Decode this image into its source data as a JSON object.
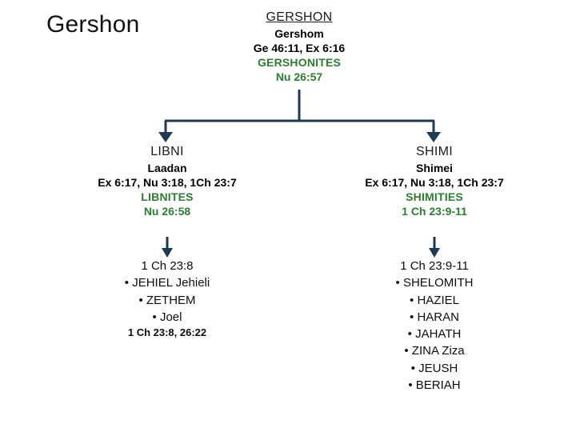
{
  "page": {
    "title": "Gershon",
    "accent_green": "#2E7D32",
    "connector_navy": "#1F3A52",
    "background": "#ffffff"
  },
  "diagram": {
    "type": "genealogy-tree",
    "root": {
      "name": "GERSHON",
      "alt_name": "Gershom",
      "references": "Ge 46:11, Ex 6:16",
      "clan": "GERSHONITES",
      "clan_reference": "Nu 26:57"
    },
    "children": [
      {
        "name": "LIBNI",
        "alt_name": "Laadan",
        "references": "Ex 6:17,  Nu 3:18,  1Ch 23:7",
        "clan": "LIBNITES",
        "clan_reference": "Nu 26:58",
        "descendants": {
          "heading": "1 Ch 23:8",
          "items": [
            "• JEHIEL Jehieli",
            "• ZETHEM",
            "• Joel"
          ],
          "footer": "1 Ch 23:8, 26:22"
        }
      },
      {
        "name": "SHIMI",
        "alt_name": "Shimei",
        "references": "Ex 6:17,  Nu 3:18,  1Ch 23:7",
        "clan": "SHIMITIES",
        "clan_reference": "1 Ch 23:9-11",
        "descendants": {
          "heading": "1 Ch 23:9-11",
          "items": [
            "• SHELOMITH",
            "• HAZIEL",
            "• HARAN",
            "• JAHATH",
            "• ZINA  Ziza",
            "• JEUSH",
            "• BERIAH"
          ],
          "footer": ""
        }
      }
    ],
    "connectors": [
      {
        "name": "root-stem",
        "kind": "vertical-line"
      },
      {
        "name": "sibling-bar",
        "kind": "horizontal-line"
      },
      {
        "name": "arrow-to-libni",
        "kind": "down-arrow"
      },
      {
        "name": "arrow-to-shimi",
        "kind": "down-arrow"
      },
      {
        "name": "arrow-libni-desc",
        "kind": "down-arrow"
      },
      {
        "name": "arrow-shimi-desc",
        "kind": "down-arrow"
      }
    ]
  }
}
